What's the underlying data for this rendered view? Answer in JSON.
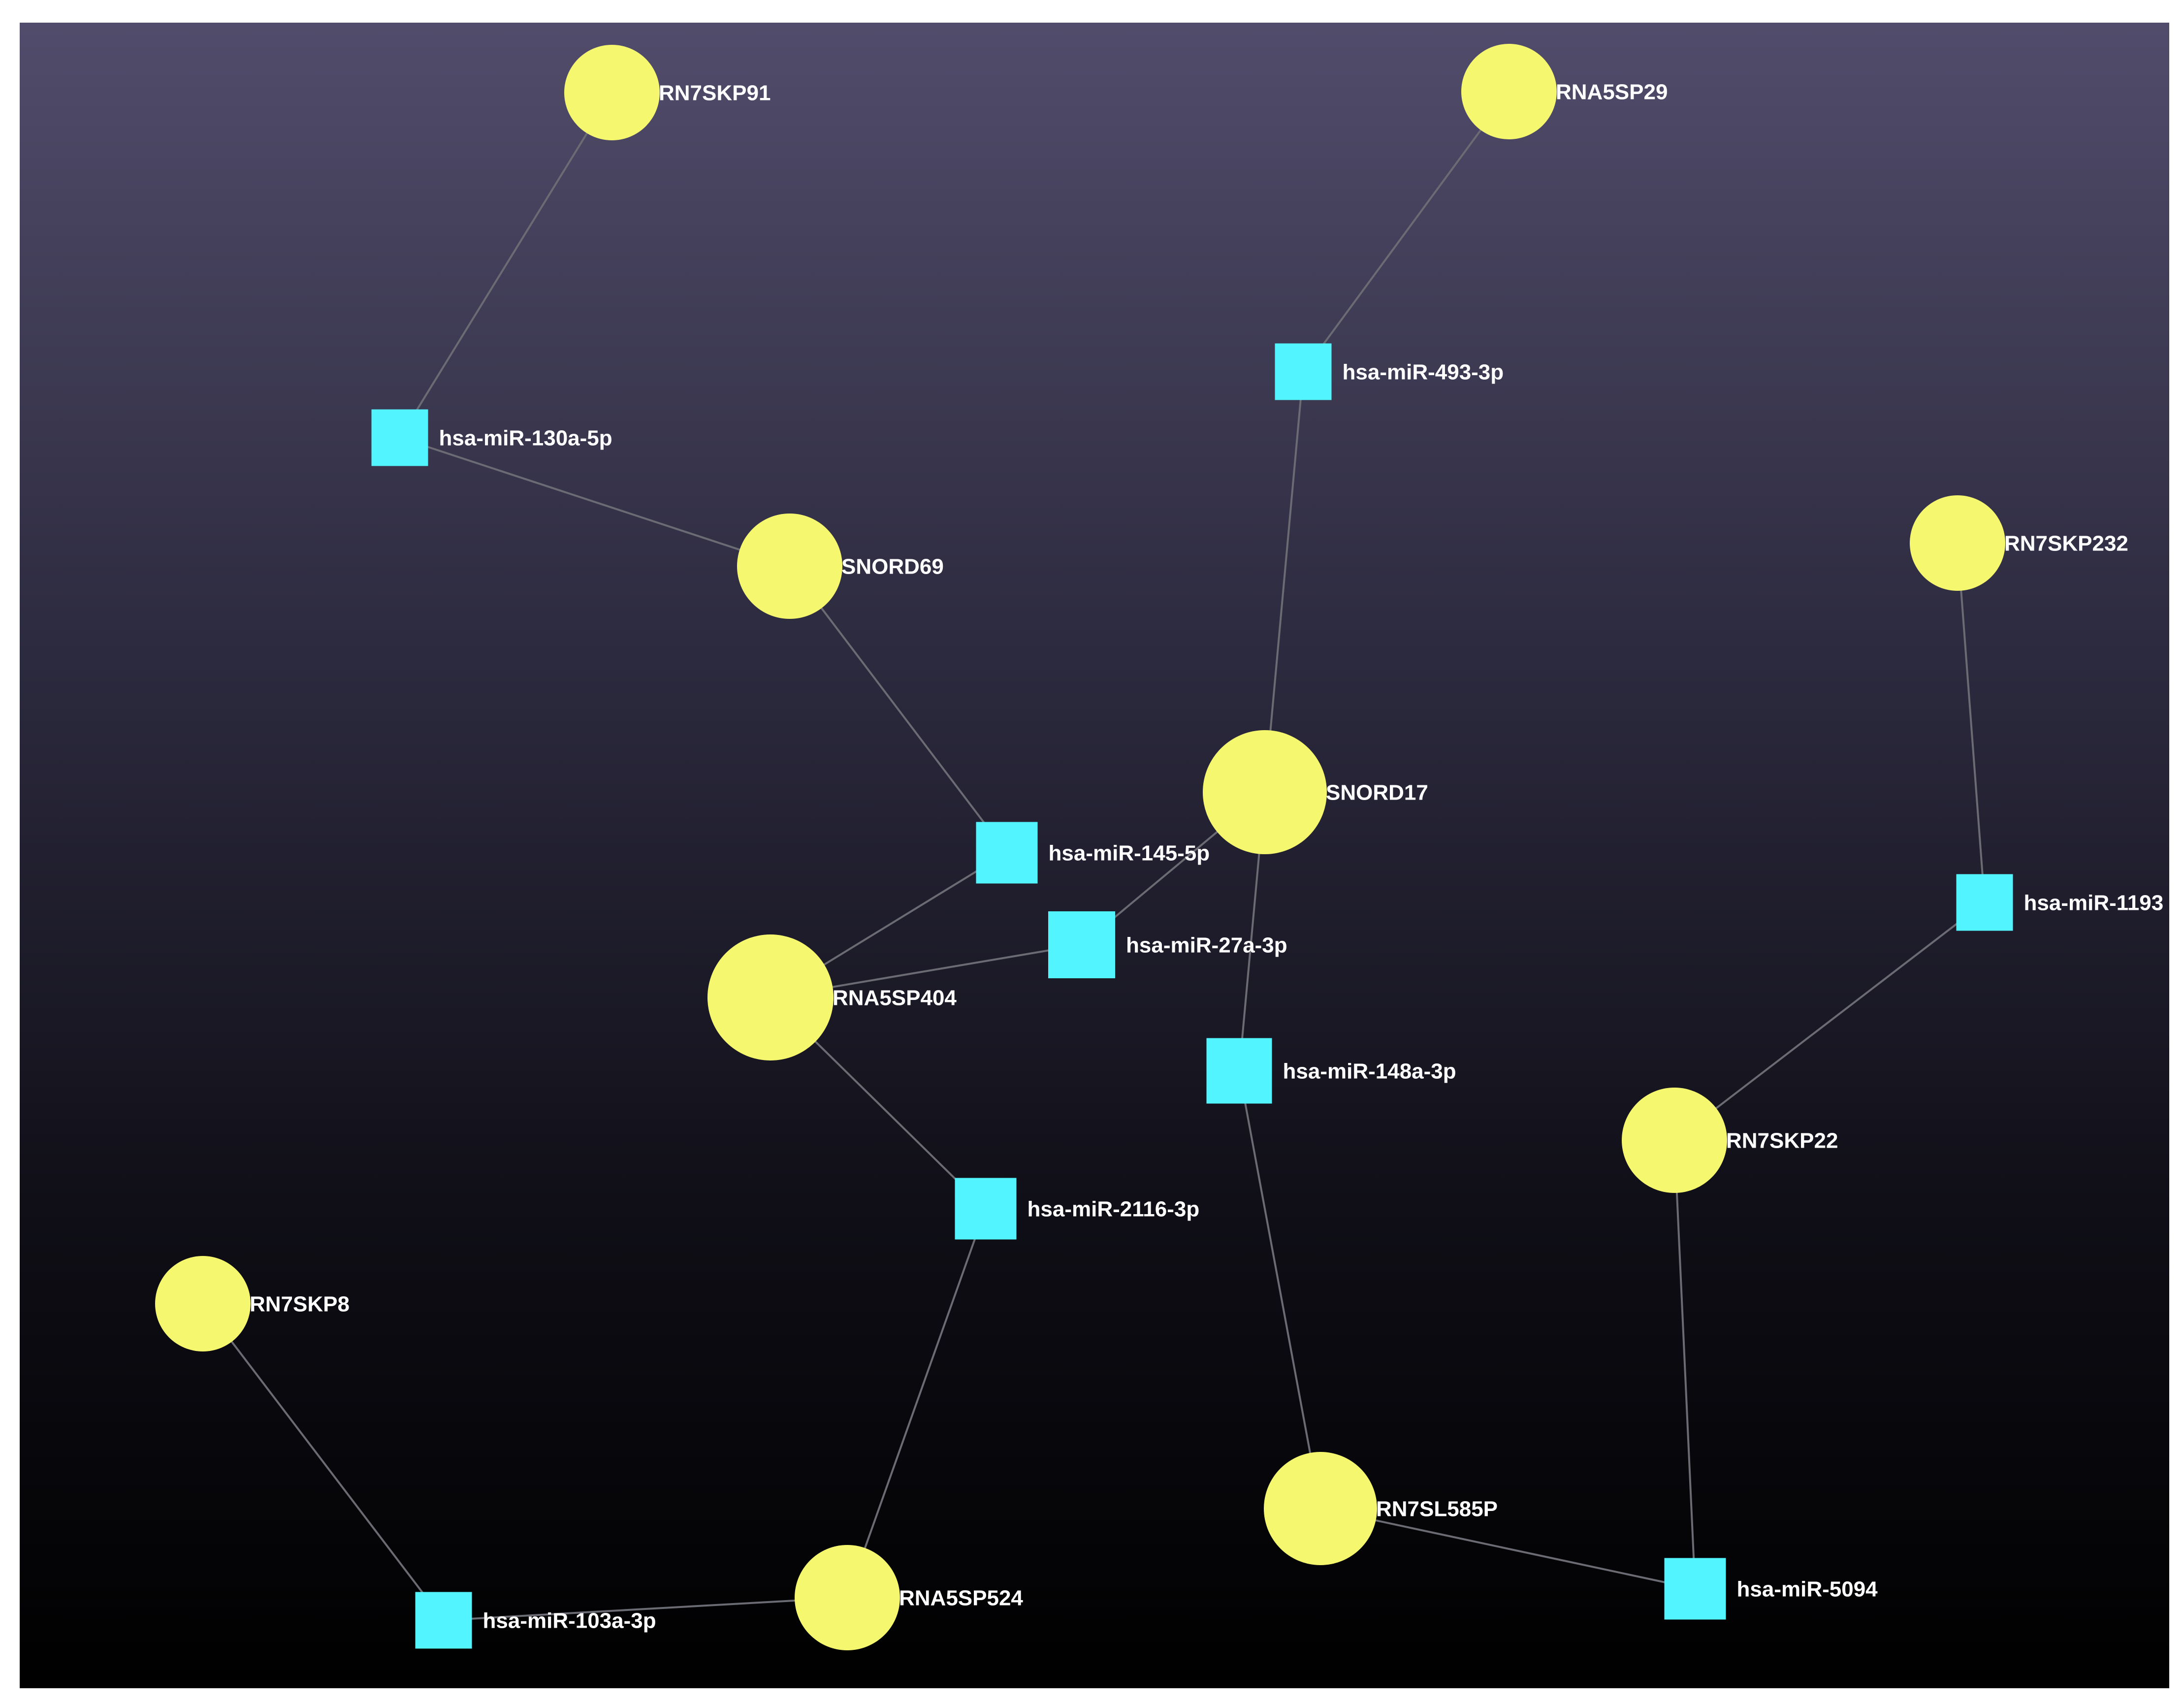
{
  "graph": {
    "colors": {
      "background_top": "#514c6b",
      "background_bottom": "#000000",
      "gene_node": "#f5f76f",
      "mirna_node": "#52f4ff",
      "edge": "#6b6b74",
      "label": "#ffffff"
    },
    "nodes": [
      {
        "id": "RN7SKP91",
        "label": "RN7SKP91",
        "shape": "circle"
      },
      {
        "id": "RNA5SP29",
        "label": "RNA5SP29",
        "shape": "circle"
      },
      {
        "id": "hsa-miR-493-3p",
        "label": "hsa-miR-493-3p",
        "shape": "square"
      },
      {
        "id": "hsa-miR-130a-5p",
        "label": "hsa-miR-130a-5p",
        "shape": "square"
      },
      {
        "id": "SNORD69",
        "label": "SNORD69",
        "shape": "circle"
      },
      {
        "id": "RN7SKP232",
        "label": "RN7SKP232",
        "shape": "circle"
      },
      {
        "id": "SNORD17",
        "label": "SNORD17",
        "shape": "circle"
      },
      {
        "id": "hsa-miR-145-5p",
        "label": "hsa-miR-145-5p",
        "shape": "square"
      },
      {
        "id": "hsa-miR-1193",
        "label": "hsa-miR-1193",
        "shape": "square"
      },
      {
        "id": "hsa-miR-27a-3p",
        "label": "hsa-miR-27a-3p",
        "shape": "square"
      },
      {
        "id": "RNA5SP404",
        "label": "RNA5SP404",
        "shape": "circle"
      },
      {
        "id": "hsa-miR-148a-3p",
        "label": "hsa-miR-148a-3p",
        "shape": "square"
      },
      {
        "id": "RN7SKP22",
        "label": "RN7SKP22",
        "shape": "circle"
      },
      {
        "id": "hsa-miR-2116-3p",
        "label": "hsa-miR-2116-3p",
        "shape": "square"
      },
      {
        "id": "RN7SKP8",
        "label": "RN7SKP8",
        "shape": "circle"
      },
      {
        "id": "RN7SL585P",
        "label": "RN7SL585P",
        "shape": "circle"
      },
      {
        "id": "hsa-miR-5094",
        "label": "hsa-miR-5094",
        "shape": "square"
      },
      {
        "id": "RNA5SP524",
        "label": "RNA5SP524",
        "shape": "circle"
      },
      {
        "id": "hsa-miR-103a-3p",
        "label": "hsa-miR-103a-3p",
        "shape": "square"
      }
    ],
    "edges": [
      {
        "source": "RN7SKP91",
        "target": "hsa-miR-130a-5p"
      },
      {
        "source": "hsa-miR-130a-5p",
        "target": "SNORD69"
      },
      {
        "source": "SNORD69",
        "target": "hsa-miR-145-5p"
      },
      {
        "source": "RNA5SP29",
        "target": "hsa-miR-493-3p"
      },
      {
        "source": "hsa-miR-493-3p",
        "target": "SNORD17"
      },
      {
        "source": "SNORD17",
        "target": "hsa-miR-27a-3p"
      },
      {
        "source": "SNORD17",
        "target": "hsa-miR-148a-3p"
      },
      {
        "source": "RNA5SP404",
        "target": "hsa-miR-145-5p"
      },
      {
        "source": "RNA5SP404",
        "target": "hsa-miR-27a-3p"
      },
      {
        "source": "RNA5SP404",
        "target": "hsa-miR-2116-3p"
      },
      {
        "source": "hsa-miR-2116-3p",
        "target": "RNA5SP524"
      },
      {
        "source": "RNA5SP524",
        "target": "hsa-miR-103a-3p"
      },
      {
        "source": "hsa-miR-103a-3p",
        "target": "RN7SKP8"
      },
      {
        "source": "hsa-miR-148a-3p",
        "target": "RN7SL585P"
      },
      {
        "source": "RN7SL585P",
        "target": "hsa-miR-5094"
      },
      {
        "source": "hsa-miR-5094",
        "target": "RN7SKP22"
      },
      {
        "source": "RN7SKP22",
        "target": "hsa-miR-1193"
      },
      {
        "source": "hsa-miR-1193",
        "target": "RN7SKP232"
      }
    ]
  }
}
